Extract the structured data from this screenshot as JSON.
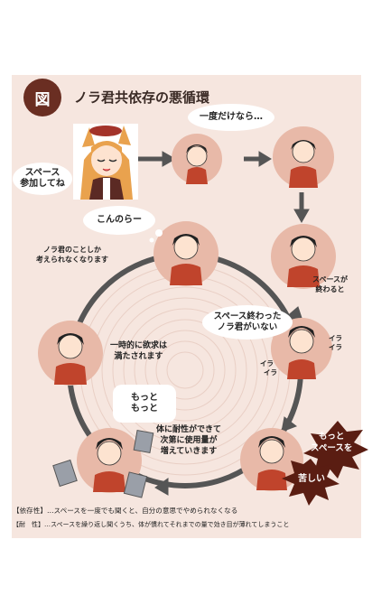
{
  "header": {
    "fig_label": "図",
    "title": "ノラ君共依存の悪循環"
  },
  "bubbles": {
    "speech_join": "スペース\n参加してね",
    "speech_once": "一度だけなら…",
    "speech_konnora": "こんのらー",
    "speech_ended": "スペース終わった\nノラ君がいない",
    "speech_more": "もっと\nもっと",
    "burst_more": "もっと\nスペースを",
    "burst_pain": "苦しい"
  },
  "captions": {
    "space_ending": "スペースが\n終わると",
    "only_nora": "ノラ君のことしか\n考えられなくなります",
    "satisfied": "一時的に欲求は\n満たされます",
    "tolerance": "体に耐性ができて\n次第に使用量が\n増えていきます",
    "ira1": "イラ",
    "ira2": "イラ",
    "ira3": "イラ",
    "ira4": "イラ"
  },
  "notes": {
    "dependence": "【依存性】…スペースを一度でも聞くと、自分の意思でやめられなくなる",
    "tolerance": "【耐　性】…スペースを繰り返し聞くうち、体が慣れてそれまでの量で効き目が薄れてしまうこと"
  },
  "colors": {
    "panel_bg": "#f6e6df",
    "circle_fill": "#e8b9a8",
    "arrow": "#555555",
    "shirt": "#c0442c",
    "burst": "#5a1d12",
    "badge": "#6a2e22"
  }
}
